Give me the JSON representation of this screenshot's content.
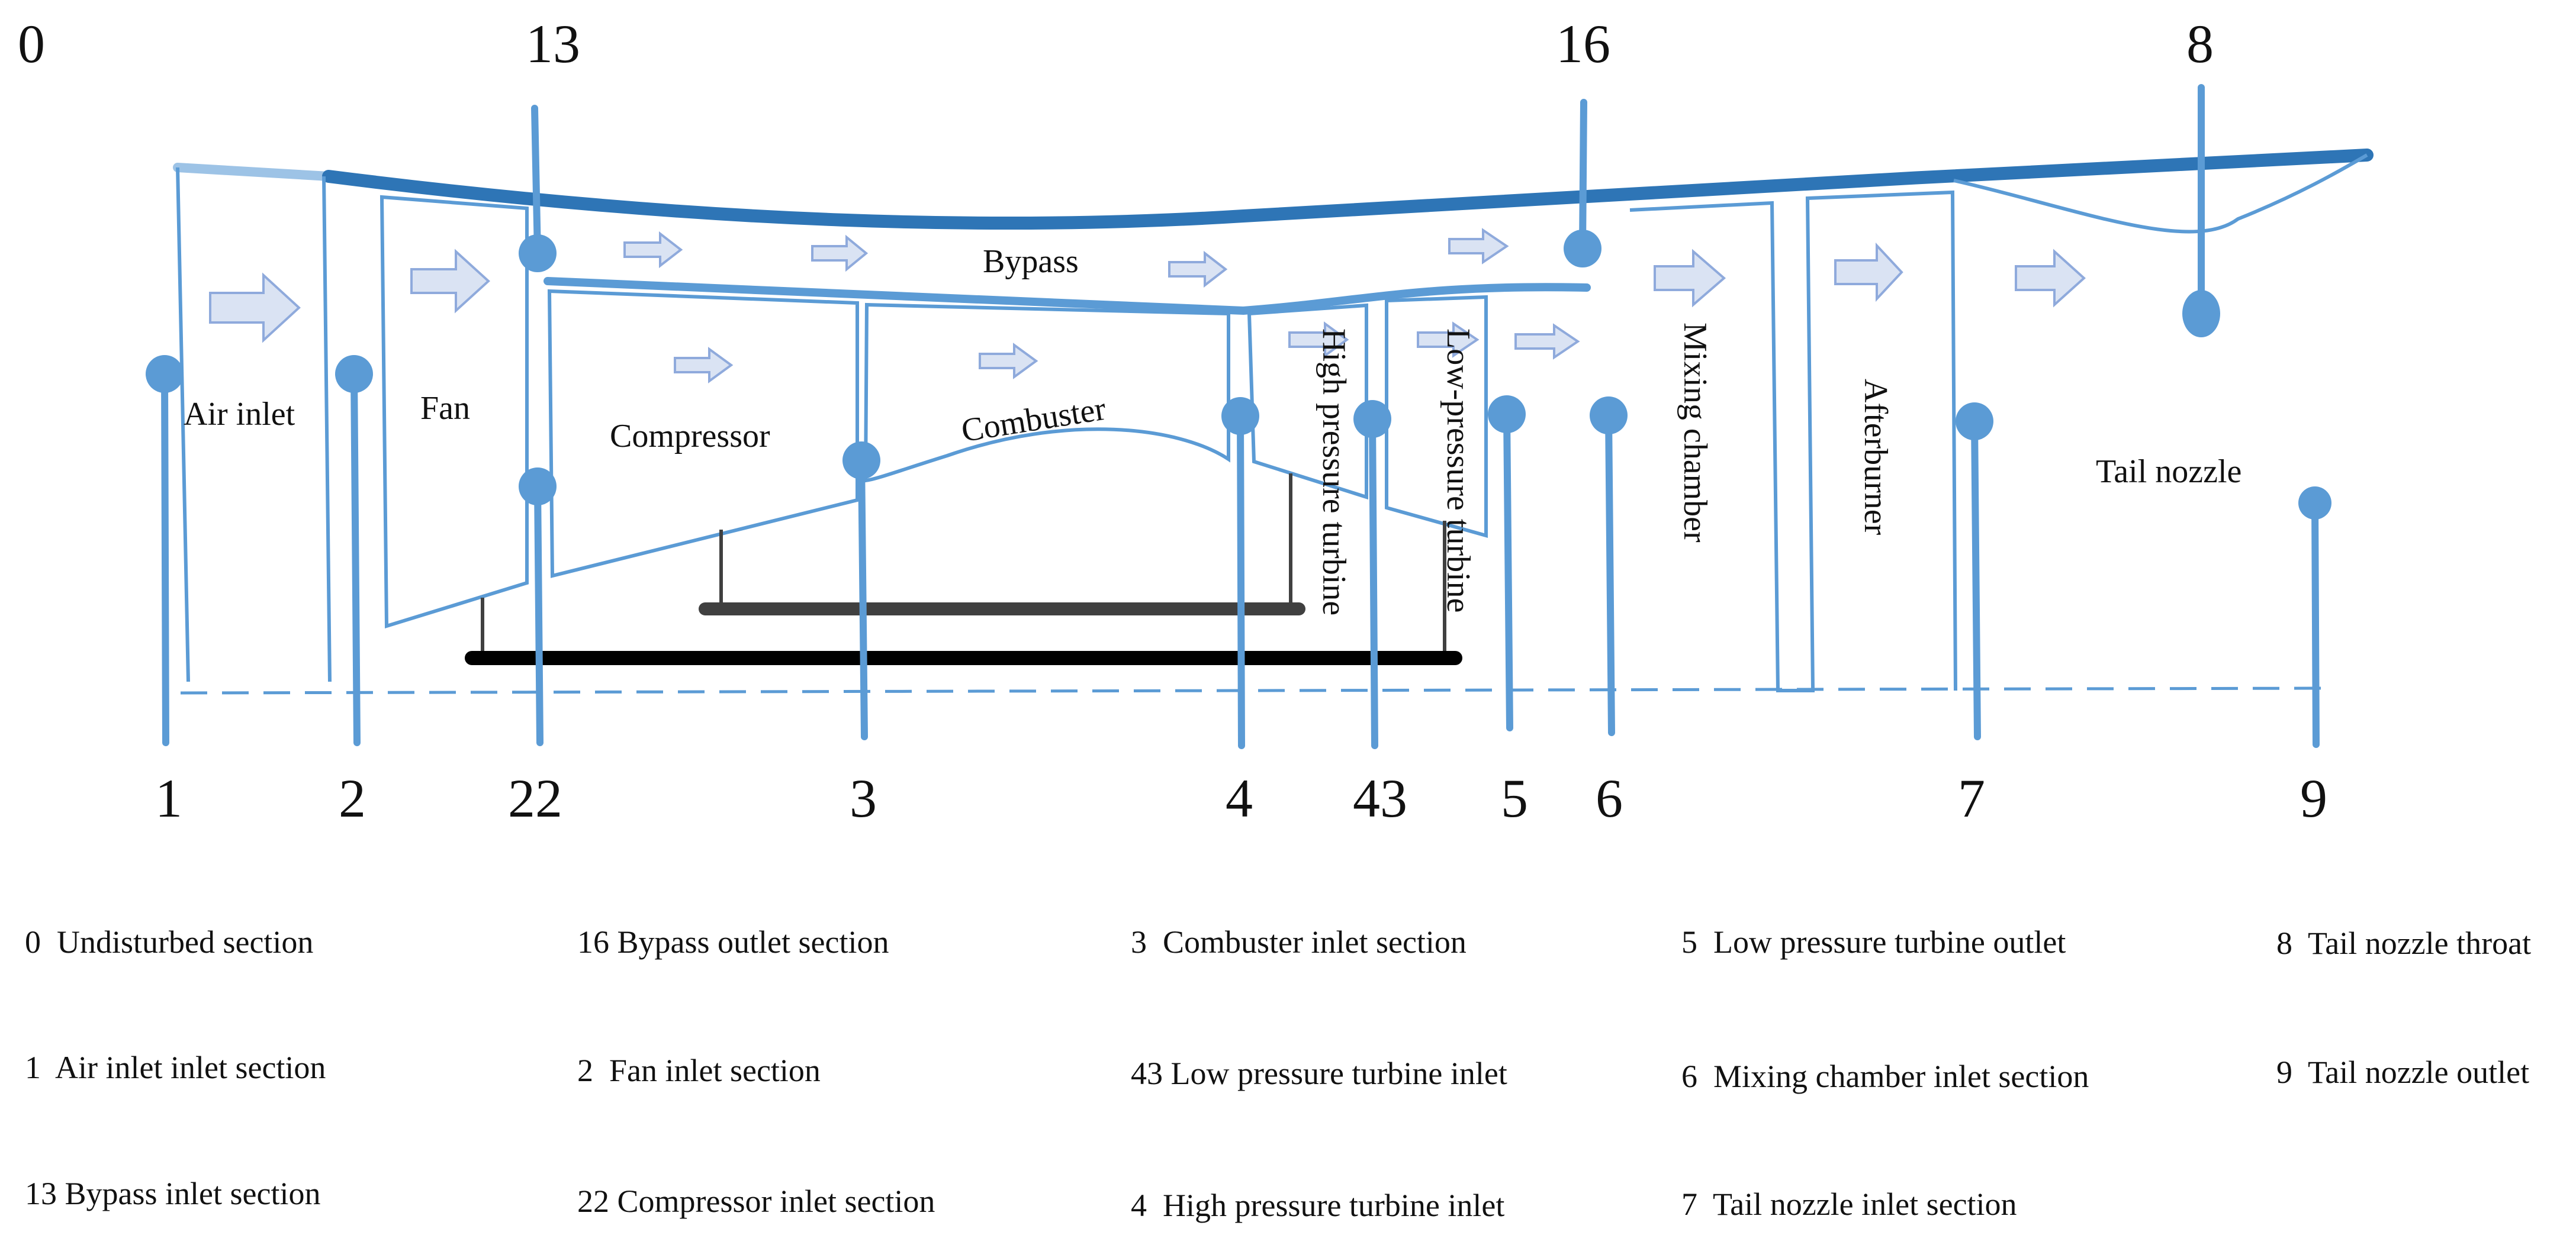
{
  "colors": {
    "line": "#5b9bd5",
    "casing": "#2e75b6",
    "casing_light": "#9dc3e6",
    "arrow_fill": "#dae3f3",
    "arrow_stroke": "#8faadc",
    "shaft_low": "#000000",
    "shaft_high": "#404040",
    "text": "#111111"
  },
  "components": {
    "air_inlet": "Air inlet",
    "fan": "Fan",
    "compressor": "Compressor",
    "combuster": "Combuster",
    "hp_turbine": "High pressure turbine",
    "lp_turbine": "Low-pressure turbine",
    "mixing_chamber": "Mixing chamber",
    "afterburner": "Afterburner",
    "tail_nozzle": "Tail nozzle",
    "bypass": "Bypass"
  },
  "stations_top": [
    "0",
    "13",
    "16",
    "8"
  ],
  "stations_bottom": [
    "1",
    "2",
    "22",
    "3",
    "4",
    "43",
    "5",
    "6",
    "7",
    "9"
  ],
  "legend": [
    "0  Undisturbed section",
    "1  Air inlet inlet section",
    "13 Bypass inlet section",
    "16 Bypass outlet section",
    "2  Fan inlet section",
    "22 Compressor inlet section",
    "3  Combuster inlet section",
    "43 Low pressure turbine inlet",
    "4  High pressure turbine inlet",
    "5  Low pressure turbine outlet",
    "6  Mixing chamber inlet section",
    "7  Tail nozzle inlet section",
    "8  Tail nozzle throat",
    "9  Tail nozzle outlet"
  ]
}
